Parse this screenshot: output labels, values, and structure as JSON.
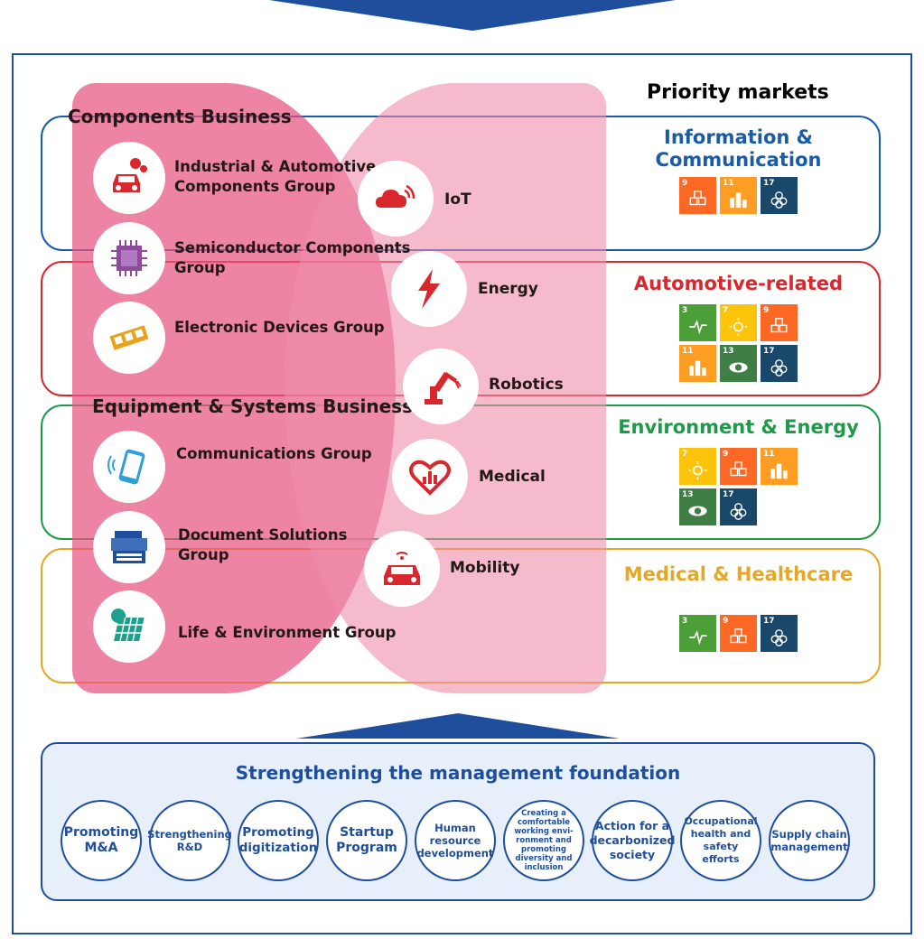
{
  "priority_title": "Priority markets",
  "components_business": "Components Business",
  "equipment_business": "Equipment & Systems Business",
  "groups": [
    {
      "label": "Industrial & Automotive\nComponents Group",
      "icon": "car-gear-icon"
    },
    {
      "label": "Semiconductor Components\nGroup",
      "icon": "chip-icon"
    },
    {
      "label": "Electronic Devices Group",
      "icon": "device-icon"
    },
    {
      "label": "Communications Group",
      "icon": "phone-icon"
    },
    {
      "label": "Document Solutions\nGroup",
      "icon": "printer-icon"
    },
    {
      "label": "Life & Environment Group",
      "icon": "solar-panel-icon"
    }
  ],
  "markets": [
    {
      "label": "IoT",
      "icon": "cloud-wifi-icon"
    },
    {
      "label": "Energy",
      "icon": "lightning-icon"
    },
    {
      "label": "Robotics",
      "icon": "robot-arm-icon"
    },
    {
      "label": "Medical",
      "icon": "heart-chart-icon"
    },
    {
      "label": "Mobility",
      "icon": "connected-car-icon"
    }
  ],
  "priority_markets": [
    {
      "name": "Information &\nCommunication",
      "color": "#1a5ba6",
      "sdgs": [
        9,
        11,
        17
      ]
    },
    {
      "name": "Automotive-related",
      "color": "#d9272e",
      "sdgs": [
        3,
        7,
        9,
        11,
        13,
        17
      ]
    },
    {
      "name": "Environment & Energy",
      "color": "#1f9a4a",
      "sdgs": [
        7,
        9,
        11,
        13,
        17
      ]
    },
    {
      "name": "Medical & Healthcare",
      "color": "#e5a824",
      "sdgs": [
        3,
        9,
        17
      ]
    }
  ],
  "sdg_colors": {
    "3": "#4c9f38",
    "7": "#fcc30b",
    "9": "#fd6925",
    "11": "#fd9d24",
    "13": "#3f7e44",
    "17": "#19486a"
  },
  "foundation": {
    "title": "Strengthening the management foundation",
    "items": [
      "Promoting\nM&A",
      "Strengthening\nR&D",
      "Promoting\ndigitization",
      "Startup\nProgram",
      "Human\nresource\ndevelopment",
      "Creating a\ncomfortable\nworking envi-\nronment and\npromoting\ndiversity and\ninclusion",
      "Action for a\ndecarbonized\nsociety",
      "Occupational\nhealth and\nsafety efforts",
      "Supply chain\nmanagement"
    ]
  }
}
